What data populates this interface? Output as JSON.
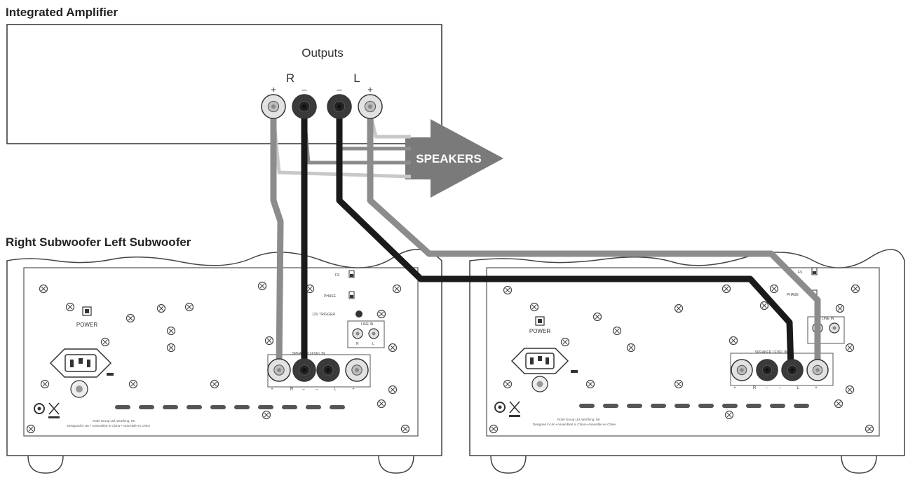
{
  "amplifier": {
    "title": "Integrated Amplifier",
    "outputs_label": "Outputs",
    "channel_right": "R",
    "channel_left": "L",
    "polarity_plus": "+",
    "polarity_minus": "–"
  },
  "speakers_label": "SPEAKERS",
  "subwoofers": {
    "title": "Right Subwoofer Left Subwoofer",
    "power_label": "POWER",
    "speaker_level_label": "SPEAKER LEVEL IN",
    "switch_labels": [
      "FS",
      "PHASE",
      "12V TRIGGER",
      "LINE IN"
    ],
    "terminal_marks": [
      "+",
      "R",
      "–",
      "–",
      "L",
      "+"
    ],
    "line_in_marks": [
      "R",
      "L"
    ],
    "fine_print": [
      "Rotel Group Ltd, Worthing, UK",
      "Designed in UK • Assembled in China • Assemblé en Chine"
    ]
  },
  "colors": {
    "cable_grey": "#8c8c8c",
    "cable_light": "#c8c8c8",
    "cable_black": "#1a1a1a",
    "arrow": "#7a7a7a",
    "terminal_light": "#e2e2e2",
    "terminal_dark": "#3a3a3a"
  }
}
